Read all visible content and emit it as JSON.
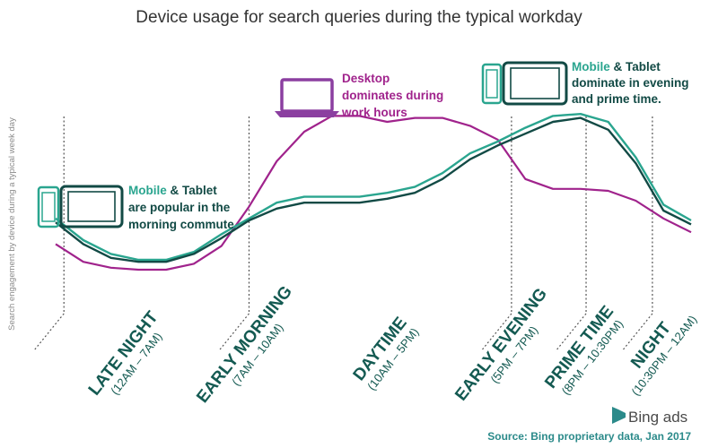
{
  "chart_data": {
    "type": "line",
    "title": "Device usage for search queries during the typical workday",
    "ylabel": "Search engagement by device during a typical week day",
    "xlabel": "",
    "ylim": [
      0,
      100
    ],
    "x": [
      0,
      1,
      2,
      3,
      4,
      5,
      6,
      7,
      8,
      9,
      10,
      11,
      12,
      13,
      14,
      15,
      16,
      17,
      18,
      19,
      20,
      21,
      22,
      23
    ],
    "series": [
      {
        "name": "Desktop",
        "color": "#a0238c",
        "values": [
          33,
          24,
          21,
          20,
          20,
          23,
          32,
          52,
          75,
          90,
          98,
          98,
          95,
          97,
          97,
          93,
          86,
          66,
          61,
          61,
          60,
          55,
          46,
          39
        ]
      },
      {
        "name": "Mobile",
        "color": "#2aa58f",
        "values": [
          46,
          35,
          28,
          25,
          25,
          29,
          38,
          46,
          54,
          57,
          57,
          57,
          59,
          62,
          69,
          79,
          85,
          92,
          98,
          99,
          95,
          77,
          53,
          45
        ]
      },
      {
        "name": "Tablet",
        "color": "#124a45",
        "values": [
          44,
          33,
          26,
          24,
          24,
          28,
          36,
          45,
          51,
          54,
          54,
          54,
          56,
          59,
          66,
          76,
          83,
          89,
          95,
          97,
          91,
          74,
          50,
          43
        ]
      }
    ],
    "periods": [
      {
        "name": "LATE NIGHT",
        "range": "(12AM – 7AM)"
      },
      {
        "name": "EARLY MORNING",
        "range": "(7AM – 10AM)"
      },
      {
        "name": "DAYTIME",
        "range": "(10AM – 5PM)"
      },
      {
        "name": "EARLY EVENING",
        "range": "(5PM – 7PM)"
      },
      {
        "name": "PRIME TIME",
        "range": "(8PM – 10:30PM)"
      },
      {
        "name": "NIGHT",
        "range": "(10:30PM – 12AM)"
      }
    ],
    "annotations": {
      "morning": {
        "lines": [
          "Mobile & Tablet",
          "are popular in the",
          "morning commute"
        ],
        "icons": [
          "phone-icon",
          "tablet-icon"
        ]
      },
      "desktop": {
        "lines": [
          "Desktop",
          "dominates during",
          "work hours"
        ],
        "icons": [
          "laptop-icon"
        ]
      },
      "evening": {
        "lines": [
          "Mobile & Tablet",
          "dominate in evening",
          "and prime time."
        ],
        "icons": [
          "phone-icon",
          "tablet-icon"
        ]
      }
    },
    "grid": false,
    "legend": "none"
  },
  "footer": {
    "source": "Source: Bing proprietary data, Jan 2017",
    "brand": "Bing ads"
  },
  "colors": {
    "teal": "#2aa58f",
    "dark_teal": "#145a52",
    "magenta": "#a0238c",
    "purple_icon": "#8b3fa0"
  }
}
